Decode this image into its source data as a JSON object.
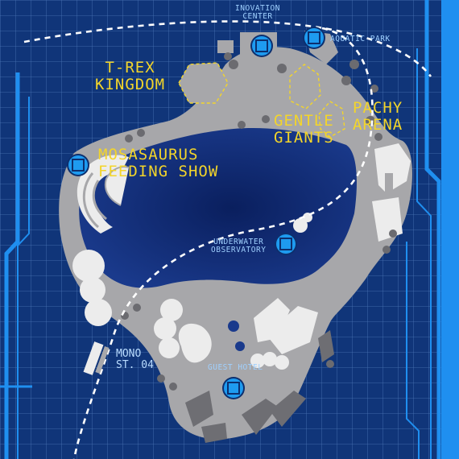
{
  "colors": {
    "background": "#103579",
    "grid": "#5d86c6",
    "lagoon": "#0a2466",
    "land": "#a7a7aa",
    "building": "#e9e9ea",
    "zone_label": "#f3d52a",
    "small_label": "#9fd0ff",
    "marker": "#1e9bf0",
    "route": "#ffffff"
  },
  "labels": {
    "trex": "T-REX\nKINGDOM",
    "mosasaurus": "MOSASAURUS\nFEEDING SHOW",
    "gentle": "GENTLE\nGIANTS",
    "pachy": "PACHY\nARENA",
    "innovation": "INOVATION\nCENTER",
    "aquatic": "AQUATIC PARK",
    "underwater": "UNDERWATER\nOBSERVATORY",
    "mono": "MONO\nST. 04",
    "guest": "GUEST HOTEL"
  },
  "markers": [
    {
      "name": "innovation-center-marker",
      "icon": "square-marker-icon"
    },
    {
      "name": "aquatic-park-marker",
      "icon": "square-marker-icon"
    },
    {
      "name": "mosasaurus-marker",
      "icon": "square-marker-icon"
    },
    {
      "name": "underwater-observatory-marker",
      "icon": "square-marker-icon"
    },
    {
      "name": "guest-hotel-marker",
      "icon": "square-marker-icon"
    }
  ]
}
